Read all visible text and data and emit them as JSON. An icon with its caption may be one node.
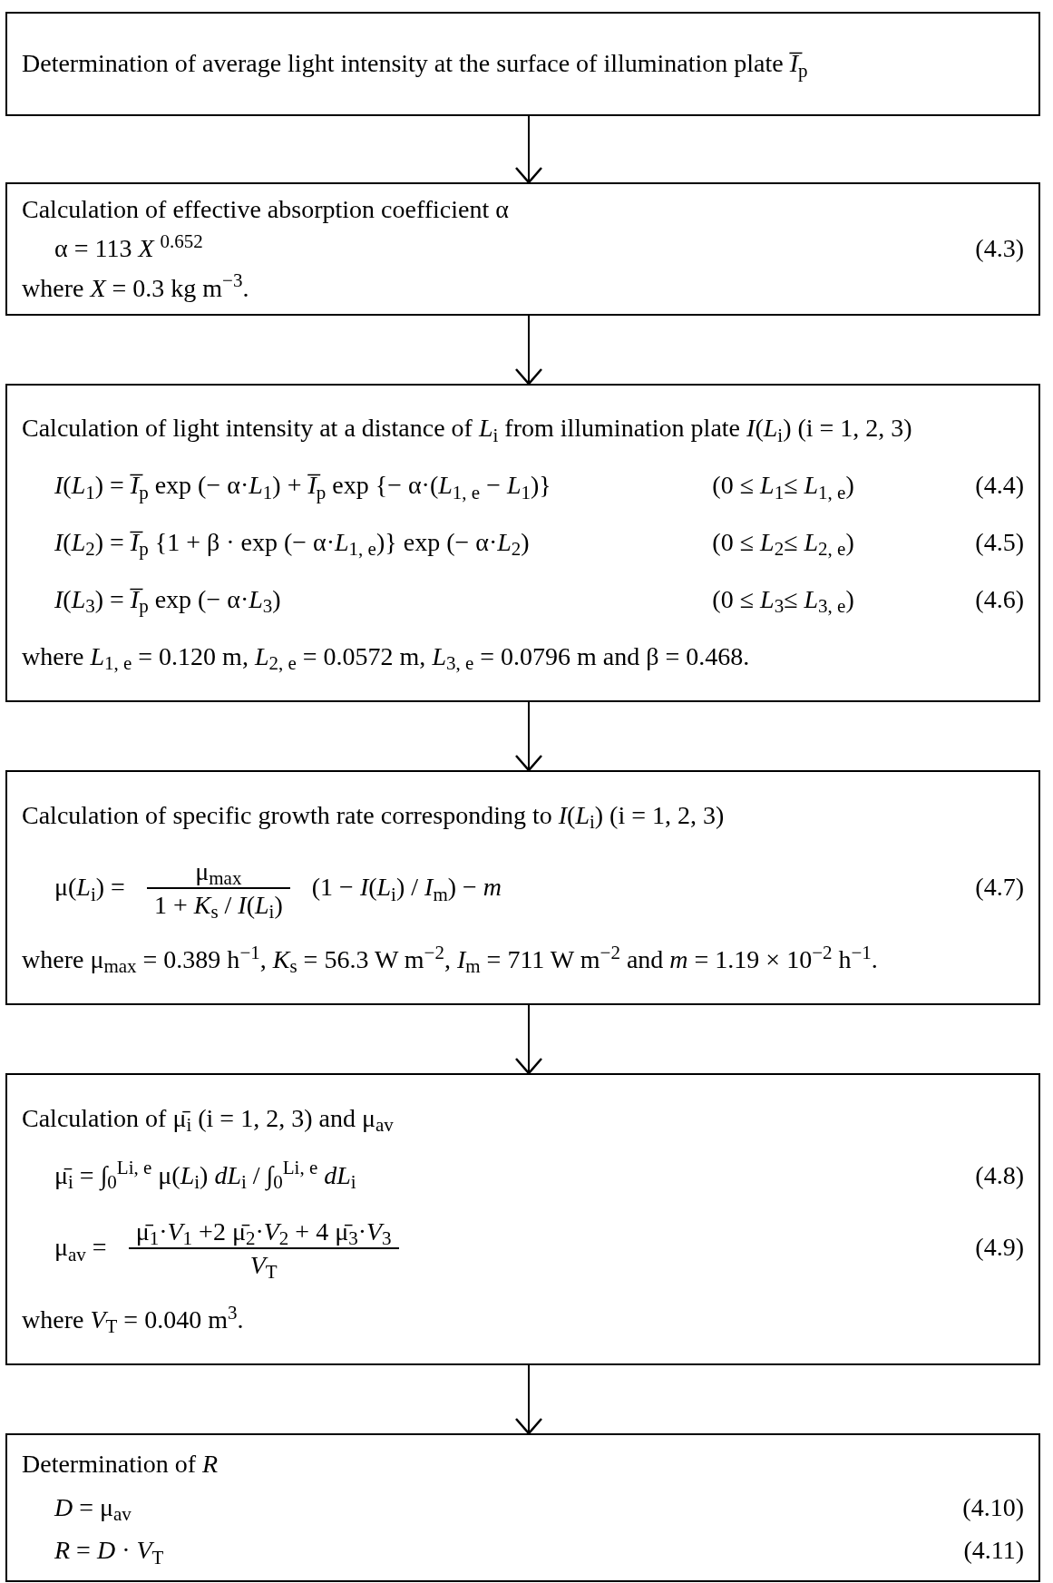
{
  "diagram": {
    "nodes": [
      {
        "text": [
          "Determination of average light intensity at the surface of illumination plate *I̅*$_{p}$"
        ]
      },
      {
        "text": [
          "Calculation of effective absorption coefficient α",
          "α = 113 *X* $^{0.652}$",
          "(4.3)",
          "where *X* = 0.3 kg m$^{−3}$."
        ]
      },
      {
        "text": [
          "Calculation of light intensity at a distance of *L*$_{i}$ from illumination plate *I*(*L*$_{i}$) (i = 1, 2, 3)",
          "*I*(*L*$_{1}$) = *I̅*$_{p}$ exp (− α·*L*$_{1}$) + *I̅*$_{p}$ exp {− α·(*L*$_{1, e}$ − *L*$_{1}$)}",
          "(0 ≤ *L*$_{1}$≤ *L*$_{1, e}$)",
          "(4.4)",
          "*I*(*L*$_{2}$) = *I̅*$_{p}$ {1 + β · exp (− α·*L*$_{1, e}$)} exp (− α·*L*$_{2}$)",
          "(0 ≤ *L*$_{2}$≤ *L*$_{2, e}$)",
          "(4.5)",
          "*I*(*L*$_{3}$) = *I̅*$_{p}$ exp (− α·*L*$_{3}$)",
          "(0 ≤ *L*$_{3}$≤ *L*$_{3, e}$)",
          "(4.6)",
          "where *L*$_{1, e}$ = 0.120 m, *L*$_{2, e}$ = 0.0572 m, *L*$_{3, e}$ = 0.0796 m and β = 0.468."
        ]
      },
      {
        "text": [
          "Calculation of specific growth rate corresponding to *I*(*L*$_{i}$) (i = 1, 2, 3)",
          "μ(*L*$_{i}$) =",
          "μ$_{max}$",
          "1 + *K*$_{s}$ / *I*(*L*$_{i}$)",
          "(1 − *I*(*L*$_{i}$) / *I*$_{m}$) − *m*",
          "(4.7)",
          "where μ$_{max}$ = 0.389 h$^{−1}$, *K*$_{s}$ = 56.3 W m$^{−2}$, *I*$_{m}$ = 711 W m$^{−2}$ and *m* = 1.19 × 10$^{−2}$ h$^{−1}$."
        ]
      },
      {
        "text": [
          "Calculation of μ̄$_{i}$ (i = 1, 2, 3) and μ$_{av}$",
          "μ̄$_{i}$ = ∫$_{0}$$^{Li, e}$ μ(*L*$_{i}$) *dL*$_{i}$ / ∫$_{0}$$^{Li, e}$ *dL*$_{i}$",
          "(4.8)",
          "μ$_{av}$ =",
          "μ̄$_{1}$·*V*$_{1}$ +2 μ̄$_{2}$·*V*$_{2}$ + 4 μ̄$_{3}$·*V*$_{3}$",
          "*V*$_{T}$",
          "(4.9)",
          "where *V*$_{T}$ = 0.040 m$^{3}$."
        ]
      },
      {
        "text": [
          "Determination of *R*",
          "*D* = μ$_{av}$",
          "(4.10)",
          "*R* = *D* · *V*$_{T}$",
          "(4.11)"
        ]
      }
    ],
    "edges": [
      {
        "from": 0,
        "to": 1,
        "arrow": "to"
      },
      {
        "from": 1,
        "to": 2,
        "arrow": "to"
      },
      {
        "from": 2,
        "to": 3,
        "arrow": "to"
      },
      {
        "from": 3,
        "to": 4,
        "arrow": "to"
      },
      {
        "from": 4,
        "to": 5,
        "arrow": "to"
      }
    ]
  }
}
